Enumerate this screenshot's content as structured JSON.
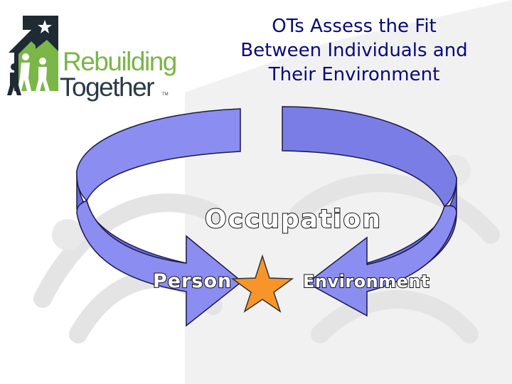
{
  "logo": {
    "word1": "Rebuilding",
    "word2": "Together",
    "trademark": "TM",
    "icon": "house-with-people-icon"
  },
  "title": {
    "line1": "OTs Assess the Fit",
    "line2": "Between Individuals and",
    "line3": "Their Environment"
  },
  "diagram": {
    "center_label": "Occupation",
    "left_label": "Person",
    "right_label": "Environment",
    "center_icon": "star-icon"
  },
  "colors": {
    "title_text": "#0a0a7a",
    "arrow_fill": "#8b8df0",
    "arrow_shadow": "#5a5cc4",
    "star": "#f7952b",
    "logo_green": "#7ab648",
    "logo_dark": "#2a3a4a"
  }
}
